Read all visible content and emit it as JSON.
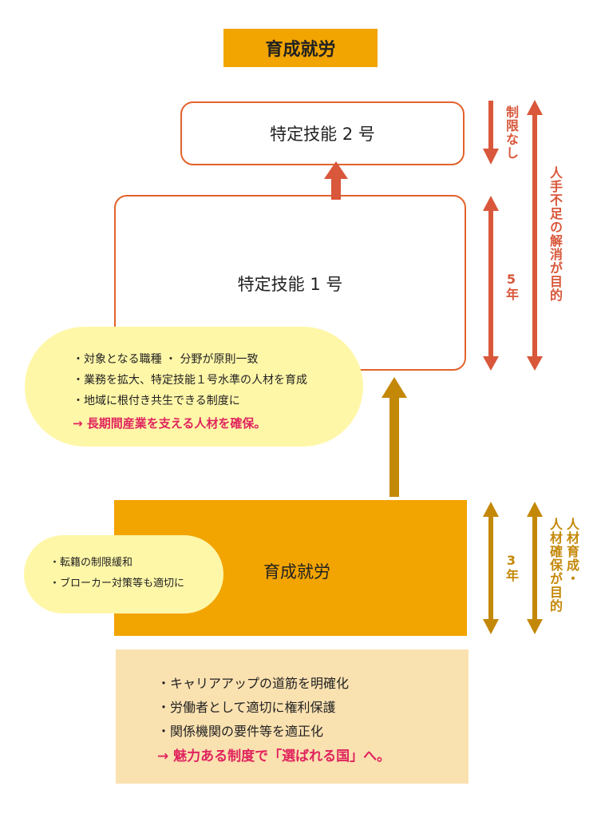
{
  "title": "育成就労",
  "box_tokutei2": {
    "label": "特定技能 2 号"
  },
  "box_tokutei1": {
    "label": "特定技能 1 号"
  },
  "pill_upper": {
    "items": [
      "・対象となる職種 ・ 分野が原則一致",
      "・業務を拡大、特定技能１号水準の人材を育成",
      "・地域に根付き共生できる制度に"
    ],
    "emphasis": "→ 長期間産業を支える人材を確保。"
  },
  "box_ikusei": {
    "label": "育成就労"
  },
  "pill_lower": {
    "items": [
      "・転籍の制限緩和",
      "・ブローカー対策等も適切に"
    ]
  },
  "info_box": {
    "items": [
      "・キャリアアップの道筋を明確化",
      "・労働者として適切に権利保護",
      "・関係機関の要件等を適正化"
    ],
    "emphasis": "→ 魅力ある制度で「選ばれる国」へ。"
  },
  "side_labels": {
    "unlimited": "制限なし",
    "five_years": "5年",
    "labor_shortage": "人手不足の解消が目的",
    "three_years": "3年",
    "training_col1": "人材育成・",
    "training_col2": "人材確保が目的"
  },
  "colors": {
    "red": "#d9573a",
    "gold": "#c48808",
    "orange": "#f2a400",
    "pink": "#e0245e"
  }
}
